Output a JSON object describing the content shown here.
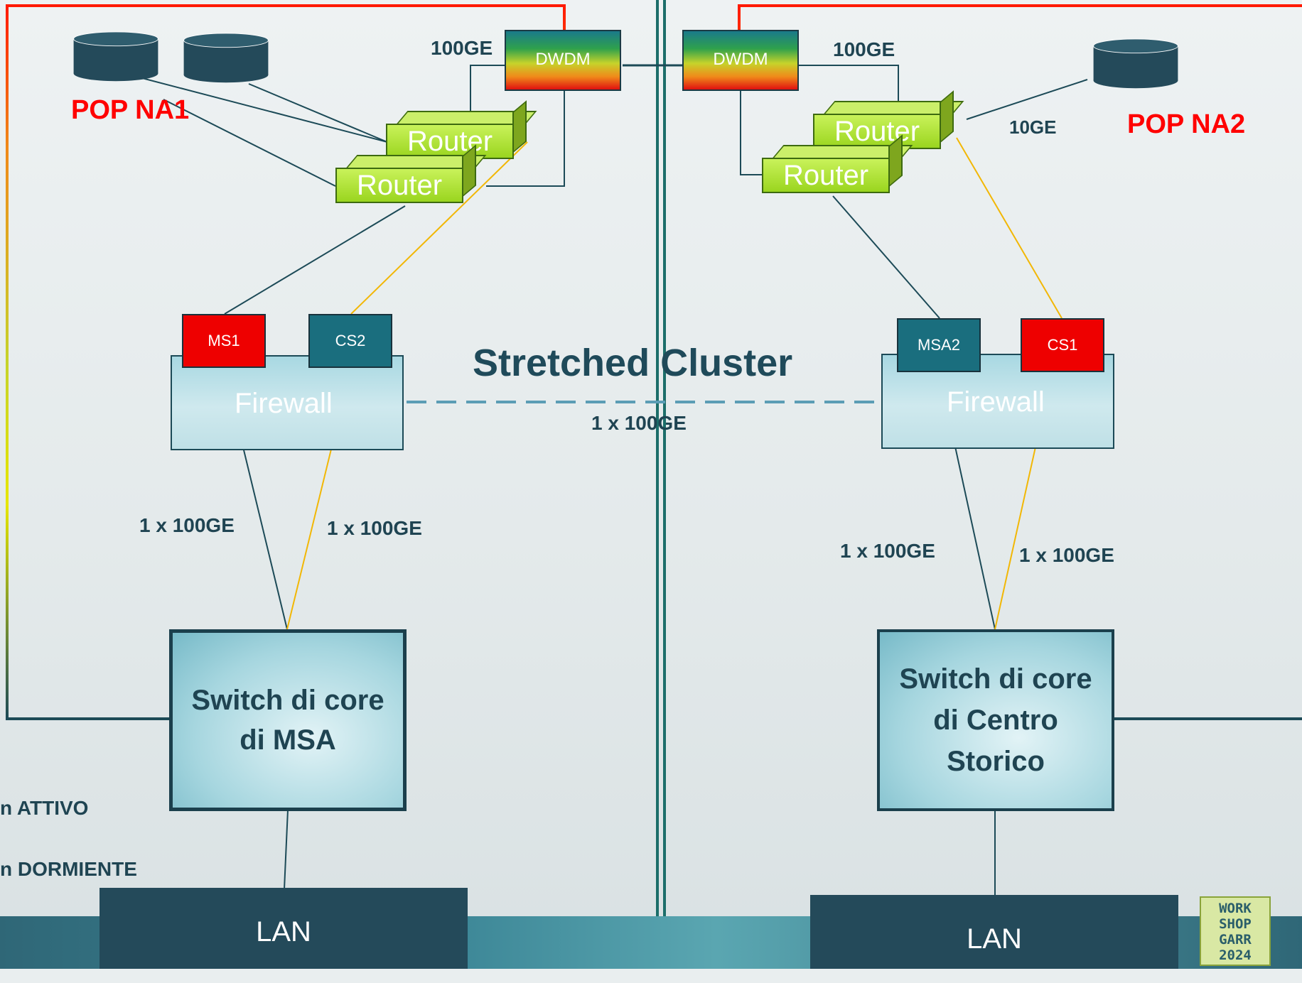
{
  "pop_left": "POP NA1",
  "pop_right": "POP NA2",
  "dwdm_left": "DWDM",
  "dwdm_right": "DWDM",
  "link_dwdm_left": "100GE",
  "link_dwdm_right": "100GE",
  "link_router_right": "10GE",
  "router_label": "Router",
  "firewall_label": "Firewall",
  "chips": {
    "ms1": "MS1",
    "cs2": "CS2",
    "msa2": "MSA2",
    "cs1": "CS1"
  },
  "stretched_cluster": "Stretched Cluster",
  "link_cluster": "1 x 100GE",
  "link_left_1": "1 x 100GE",
  "link_left_2": "1 x 100GE",
  "link_right_1": "1 x 100GE",
  "link_right_2": "1 x 100GE",
  "switch_left": [
    "Switch di core",
    "di MSA"
  ],
  "switch_right": [
    "Switch di core",
    "di Centro",
    "Storico"
  ],
  "lan_left": "LAN",
  "lan_right": "LAN",
  "legend": {
    "active": "n ATTIVO",
    "dormant": "n DORMIENTE"
  },
  "logo_lines": [
    "WORK",
    "SHOP",
    "GARR",
    "2024"
  ],
  "colors": {
    "active_line": "#1c4a57",
    "dormant_line": "#f2b705",
    "cluster_link": "#5b9db5",
    "pop_label": "#ff0000"
  }
}
